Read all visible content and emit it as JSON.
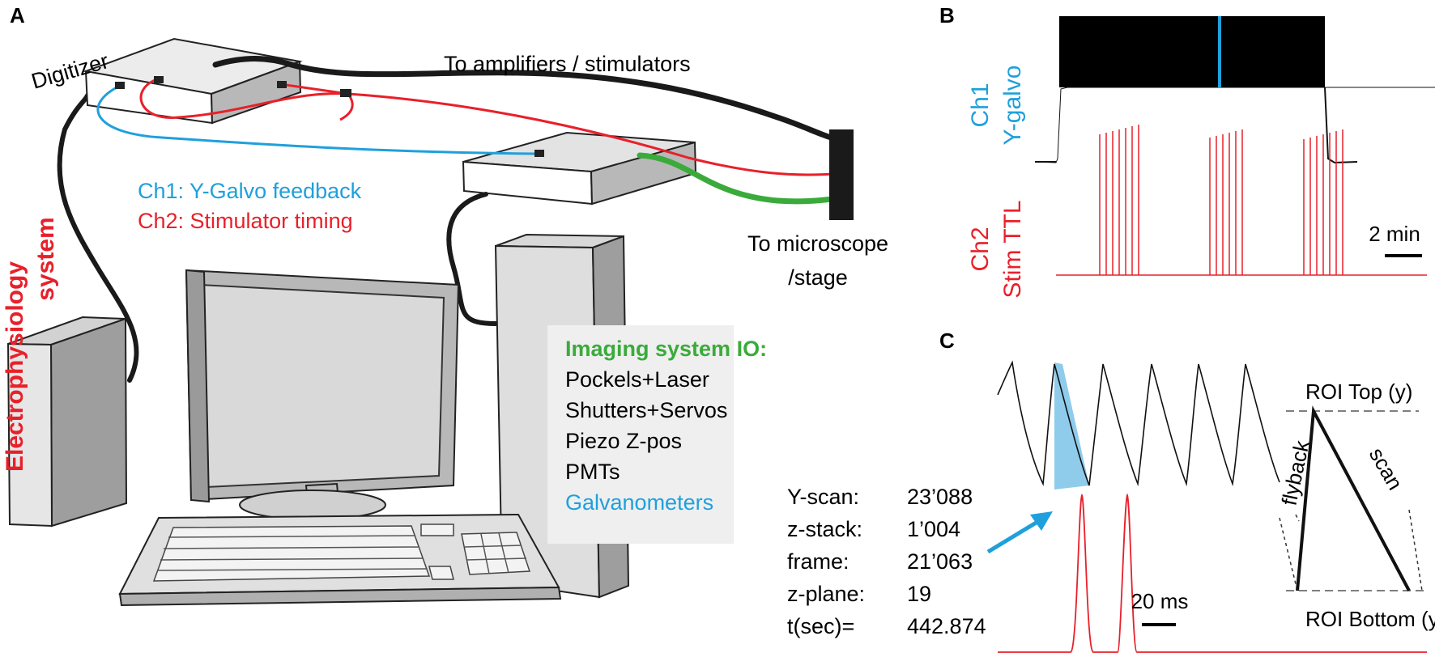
{
  "panels": {
    "a": "A",
    "b": "B",
    "c": "C"
  },
  "diagram_a": {
    "digitizer": "Digitizer",
    "to_amplifiers": "To amplifiers / stimulators",
    "ch1_legend": "Ch1: Y-Galvo feedback",
    "ch2_legend": "Ch2: Stimulator timing",
    "ephys_line1": "Electrophysiology",
    "ephys_line2": "system",
    "to_microscope_line1": "To microscope",
    "to_microscope_line2": "/stage",
    "io_title": "Imaging system IO:",
    "io_items": [
      "Pockels+Laser",
      "Shutters+Servos",
      "Piezo Z-pos",
      "PMTs",
      "Galvanometers"
    ]
  },
  "panel_b": {
    "ch1_line1": "Ch1",
    "ch1_line2": "Y-galvo",
    "ch2_line1": "Ch2",
    "ch2_line2": "Stim TTL",
    "scalebar": "2 min"
  },
  "panel_c": {
    "readout": [
      {
        "key": "Y-scan:",
        "value": "23’088"
      },
      {
        "key": "z-stack:",
        "value": "1’004"
      },
      {
        "key": "frame:",
        "value": "21’063"
      },
      {
        "key": "z-plane:",
        "value": "19"
      },
      {
        "key": "t(sec)=",
        "value": "442.874"
      }
    ],
    "scalebar": "20 ms",
    "roi_top": "ROI Top (y)",
    "roi_bottom": "ROI Bottom (y)",
    "flyback": "flyback",
    "scan": "scan"
  },
  "colors": {
    "ch1": "#1fa0dc",
    "ch2": "#e8202a",
    "green": "#3aab3a",
    "box_light": "#e9e9e9",
    "box_dark": "#bdbdbd"
  }
}
